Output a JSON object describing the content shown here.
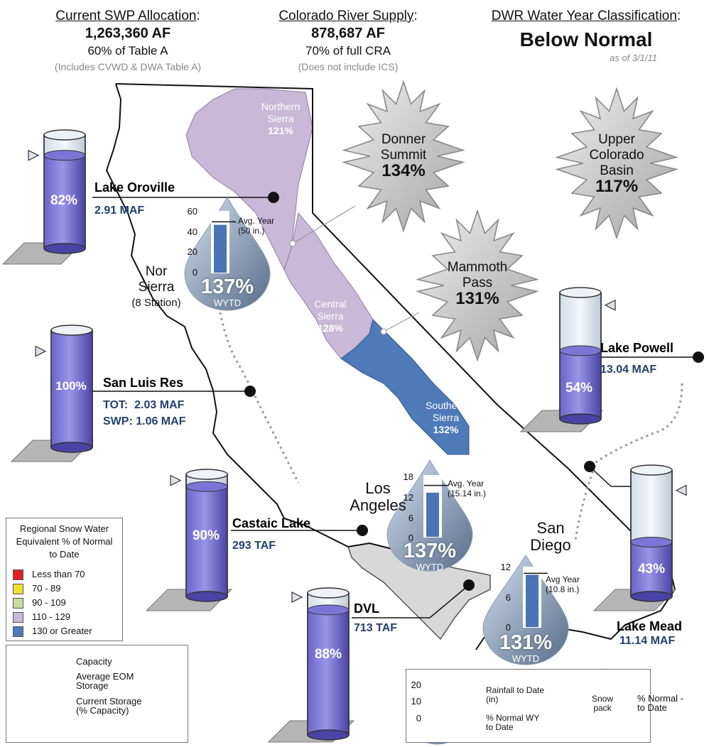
{
  "header": {
    "swp": {
      "title": "Current SWP Allocation",
      "colon": ":",
      "amount": "1,263,360 AF",
      "pct": "60% of Table A",
      "note": "(Includes CVWD & DWA Table A)"
    },
    "colorado": {
      "title": "Colorado River Supply",
      "colon": ":",
      "amount": "878,687 AF",
      "pct": "70% of full CRA",
      "note": "(Does not include ICS)"
    },
    "dwr": {
      "title": "DWR Water Year Classification",
      "colon": ":",
      "classification": "Below Normal",
      "asof": "as of 3/1/11"
    }
  },
  "regions": {
    "northern": {
      "name1": "Northern",
      "name2": "Sierra",
      "pct": "121%",
      "color": "#c9b8d8"
    },
    "central": {
      "name1": "Central",
      "name2": "Sierra",
      "pct": "128%",
      "color": "#c9b8d8"
    },
    "southern": {
      "name1": "Southern",
      "name2": "Sierra",
      "pct": "132%",
      "color": "#4e7ab8"
    }
  },
  "snowflakes": {
    "donner": {
      "line1": "Donner",
      "line2": "Summit",
      "pct": "134%"
    },
    "upper": {
      "line1": "Upper",
      "line2": "Colorado",
      "line3": "Basin",
      "pct": "117%"
    },
    "mammoth": {
      "line1": "Mammoth",
      "line2": "Pass",
      "pct": "131%"
    }
  },
  "reservoirs": {
    "oroville": {
      "name": "Lake Oroville",
      "value": "2.91 MAF",
      "pct": "82%",
      "fill": 0.82,
      "avg": 0.82
    },
    "sanluis": {
      "name": "San Luis Res",
      "value1": "TOT:  2.03 MAF",
      "value2": "SWP: 1.06 MAF",
      "pct": "100%",
      "fill": 1.0,
      "avg": 0.82
    },
    "castaic": {
      "name": "Castaic Lake",
      "value": "293 TAF",
      "pct": "90%",
      "fill": 0.9,
      "avg": 0.95
    },
    "dvl": {
      "name": "DVL",
      "value": "713 TAF",
      "pct": "88%",
      "fill": 0.88,
      "avg": 0.97
    },
    "powell": {
      "name": "Lake Powell",
      "value": "13.04 MAF",
      "pct": "54%",
      "fill": 0.54,
      "avg": 0.9
    },
    "mead": {
      "name": "Lake Mead",
      "value": "11.14 MAF",
      "pct": "43%",
      "fill": 0.43,
      "avg": 0.84
    }
  },
  "rain": {
    "norsierra": {
      "line1": "Nor",
      "line2": "Sierra",
      "line3": "(8 Station)",
      "pct": "137%",
      "wytd": "WYTD",
      "ticks": [
        "60",
        "40",
        "20",
        "0"
      ],
      "avg1": "Avg. Year",
      "avg2": "(50 in.)",
      "rainfall_in": 47,
      "scale_max_in": 60
    },
    "la": {
      "line1": "Los",
      "line2": "Angeles",
      "pct": "137%",
      "wytd": "WYTD",
      "ticks": [
        "18",
        "12",
        "6",
        "0"
      ],
      "avg1": "Avg. Year",
      "avg2": "(15.14 in.)",
      "rainfall_in": 13,
      "scale_max_in": 18
    },
    "sandiego": {
      "line1": "San",
      "line2": "Diego",
      "pct": "131%",
      "wytd": "WYTD",
      "ticks": [
        "12",
        "6",
        "0"
      ],
      "avg1": "Avg Year",
      "avg2": "(10.8 in.)",
      "rainfall_in": 10.5,
      "scale_max_in": 12
    }
  },
  "legend_snow": {
    "title1": "Regional Snow Water",
    "title2": "Equivalent % of Normal",
    "title3": "to Date",
    "items": [
      {
        "label": "Less than 70",
        "color": "#e02020"
      },
      {
        "label": "70 - 89",
        "color": "#f2e030"
      },
      {
        "label": "90 - 109",
        "color": "#c8dca0"
      },
      {
        "label": "110 - 129",
        "color": "#c9b8d8"
      },
      {
        "label": "130 or Greater",
        "color": "#4e7ab8"
      }
    ]
  },
  "legend_tank": {
    "capacity": "Capacity",
    "avg1": "Average EOM",
    "avg2": "Storage",
    "cur1": "Current Storage",
    "cur2": "(% Capacity)"
  },
  "legend_rain": {
    "ticks": [
      "20",
      "10",
      "0"
    ],
    "pct_symbol": "%",
    "rain1": "Rainfall to Date",
    "rain2": "(in)",
    "norm1": "% Normal WY",
    "norm2": "to Date",
    "snow1": "Snow",
    "snow2": "pack",
    "snowpct1": "% Normal -",
    "snowpct2": "to Date"
  }
}
